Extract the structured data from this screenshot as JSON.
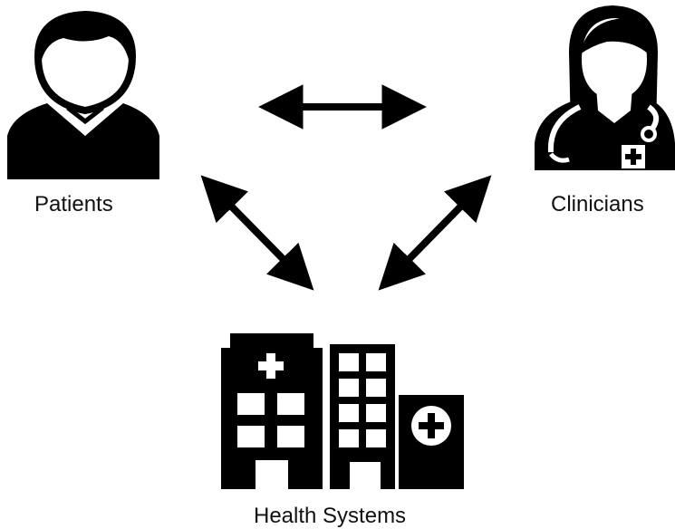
{
  "nodes": {
    "patients": {
      "label": "Patients",
      "icon": "person-icon"
    },
    "clinicians": {
      "label": "Clinicians",
      "icon": "doctor-icon"
    },
    "health_systems": {
      "label": "Health Systems",
      "icon": "hospital-icon"
    }
  },
  "connections": [
    {
      "from": "patients",
      "to": "clinicians",
      "type": "bidirectional"
    },
    {
      "from": "patients",
      "to": "health_systems",
      "type": "bidirectional"
    },
    {
      "from": "clinicians",
      "to": "health_systems",
      "type": "bidirectional"
    }
  ],
  "colors": {
    "ink": "#000000",
    "background": "#ffffff"
  }
}
